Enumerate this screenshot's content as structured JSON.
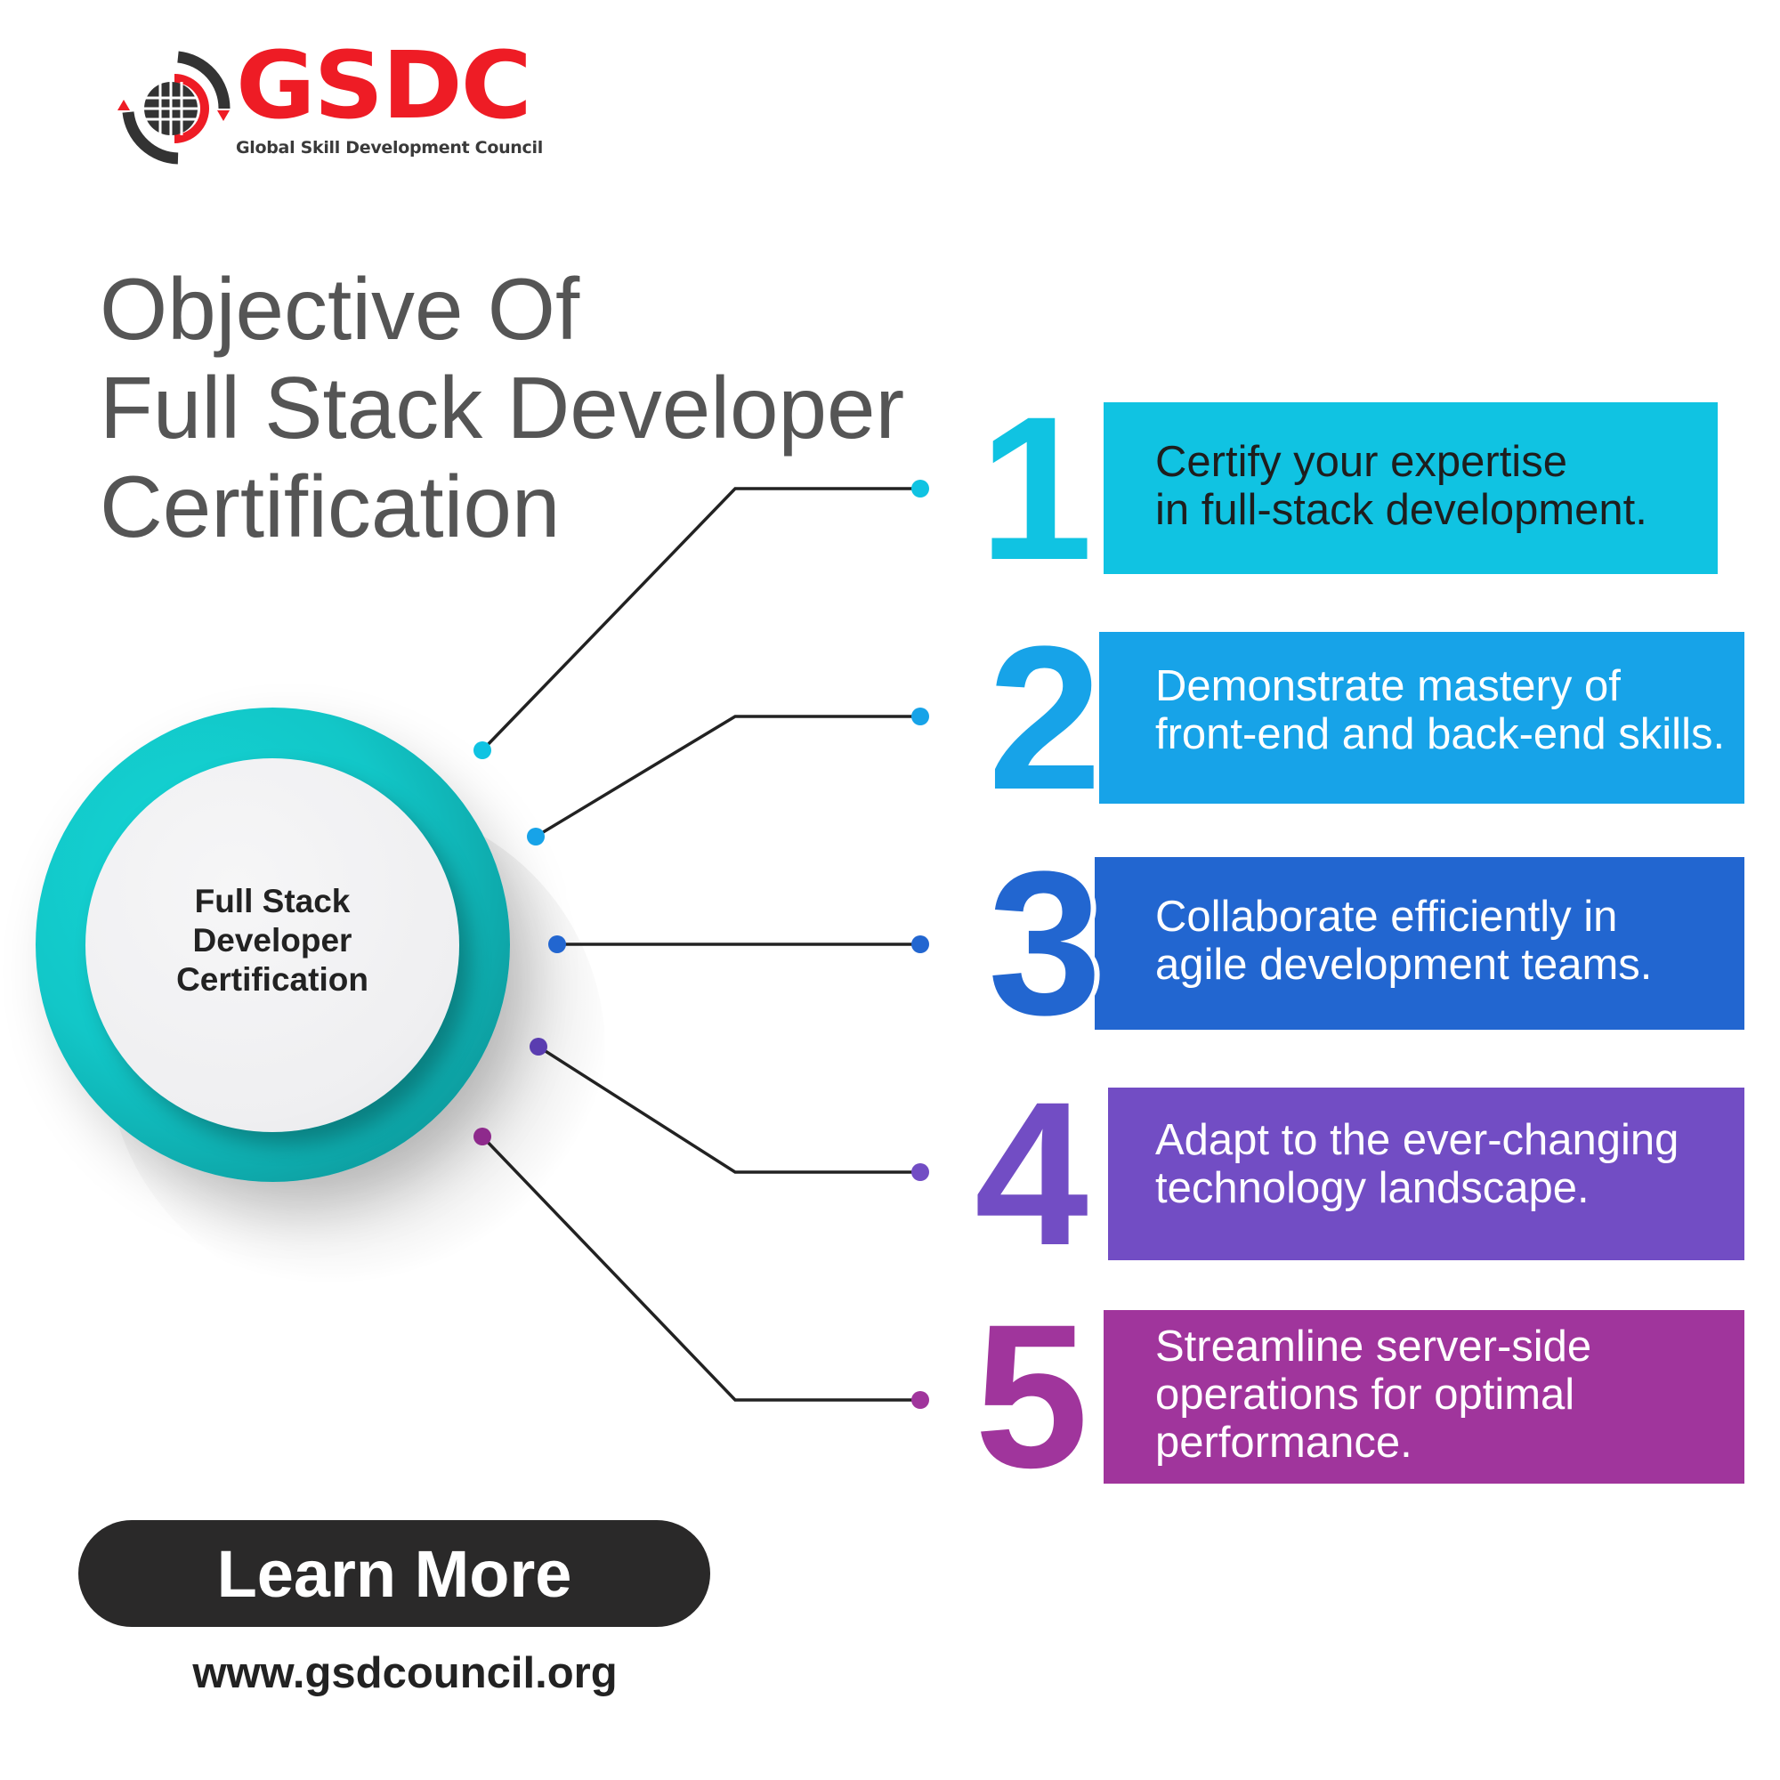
{
  "brand": {
    "name": "GSDC",
    "tagline": "Global Skill Development Council",
    "colors": {
      "red": "#ee1c25",
      "dark": "#3a3a3a"
    }
  },
  "title": {
    "lines": [
      "Objective Of",
      "Full Stack Developer",
      "Certification"
    ]
  },
  "center": {
    "label_lines": [
      "Full Stack",
      "Developer",
      "Certification"
    ],
    "ring_color": "#12c7c8"
  },
  "objectives": [
    {
      "number": "1",
      "lines": [
        "Certify your expertise",
        "in full-stack development."
      ],
      "color": "#10c3e2",
      "text_color": "#1e1e1e"
    },
    {
      "number": "2",
      "lines": [
        "Demonstrate mastery of",
        "front-end and back-end skills."
      ],
      "color": "#17a3e8",
      "text_color": "#ffffff"
    },
    {
      "number": "3",
      "lines": [
        "Collaborate efficiently in",
        "agile development teams."
      ],
      "color": "#2266d0",
      "text_color": "#ffffff"
    },
    {
      "number": "4",
      "lines": [
        "Adapt to the ever-changing",
        "technology landscape."
      ],
      "color": "#724dc4",
      "text_color": "#ffffff"
    },
    {
      "number": "5",
      "lines": [
        "Streamline server-side",
        "operations for optimal",
        "performance."
      ],
      "color": "#a0359c",
      "text_color": "#ffffff"
    }
  ],
  "cta": {
    "label": "Learn More"
  },
  "footer": {
    "url": "www.gsdcouncil.org"
  }
}
